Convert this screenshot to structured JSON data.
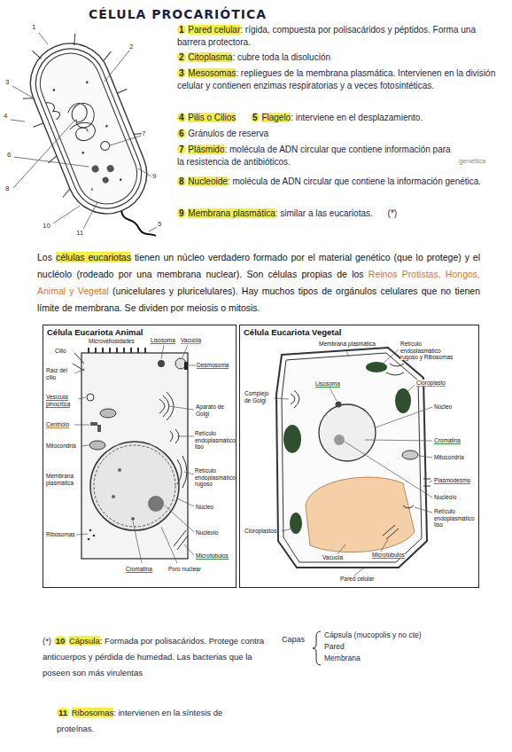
{
  "diagram": {
    "title": "CÉLULA PROCARIÓTICA",
    "nodes": [
      {
        "text": [
          "Célula Eucariota Animal"
        ]
      },
      {
        "text": [
          "Célula Eucariota Vegetal"
        ]
      }
    ],
    "labels": [
      "1",
      "Pared celular",
      ": rígida, compuesta por polisacáridos y péptidos. Forma una barrera protectora.",
      "2",
      "Citoplasma",
      ": cubre toda la disolución",
      "3",
      "Mesosomas",
      ": repliegues de la membrana plasmática. Intervienen en la división celular y contienen enzimas respiratorias y a veces fotosintéticas.",
      "4",
      "Pilis o Cilios",
      "5",
      "Flagelo",
      ": interviene en el desplazamiento.",
      "6",
      "Gránulos de reserva",
      "7",
      "Plásmido",
      ": molécula de ADN circular que contiene información para la resistencia de antibióticos.",
      "genética",
      "8",
      "Nucleoide",
      ": molécula de ADN circular que contiene la información genética.",
      "9",
      "Membrana plasmática",
      ": similar a las eucariotas.",
      "(*)",
      "1",
      "2",
      "3",
      "4",
      "5",
      "6",
      "7",
      "8",
      "9",
      "10",
      "11",
      "Los",
      "células eucariotas",
      "tienen un núcleo verdadero formado por el material genético (que lo protege) y el nucléolo (rodeado por una membrana nuclear). Son células propias de los",
      "Reinos Protistas, Hongos, Animal y Vegetal",
      "(unicelulares y pluricelulares). Hay muchos tipos de orgánulos celulares que no tienen límite de membrana. Se dividen por meiosis o mitosis.",
      "Cilio",
      "Microvellosidades",
      "Lisosoma",
      "Vacuola",
      "Desmosoma",
      "Raíz del cilio",
      "Vesícula pinocítica",
      "Centriolo",
      "Aparato de Golgi",
      "Retículo endoplasmático liso",
      "Mitocondria",
      "Retículo endoplasmático rugoso",
      "Membrana plasmática",
      "Núcleo",
      "Ribosomas",
      "Nucléolo",
      "Microtúbulos",
      "Cromatina",
      "Poro nuclear",
      "Membrana plasmática",
      "Retículo endoplasmático rugoso y Ribosomas",
      "Lisosoma",
      "Cloroplasto",
      "Complejo de Golgi",
      "Núcleo",
      "Cromatina",
      "Mitocondria",
      "Plasmodesmo",
      "Nucléolo",
      "Retículo endoplasmático liso",
      "Cloroplastos",
      "Vacuola",
      "Microtúbulos",
      "Pared celular",
      "(*)",
      "10",
      "Cápsula",
      ": Formada por polisacáridos. Protege contra anticuerpos y pérdida de humedad. Las bacterias que la poseen son más virulentas",
      "11",
      "Ribosomas",
      ": intervienen en la síntesis de proteínas.",
      "Capas",
      "Cápsula (mucopolis y no cte)",
      "Pared",
      "Membrana"
    ]
  }
}
